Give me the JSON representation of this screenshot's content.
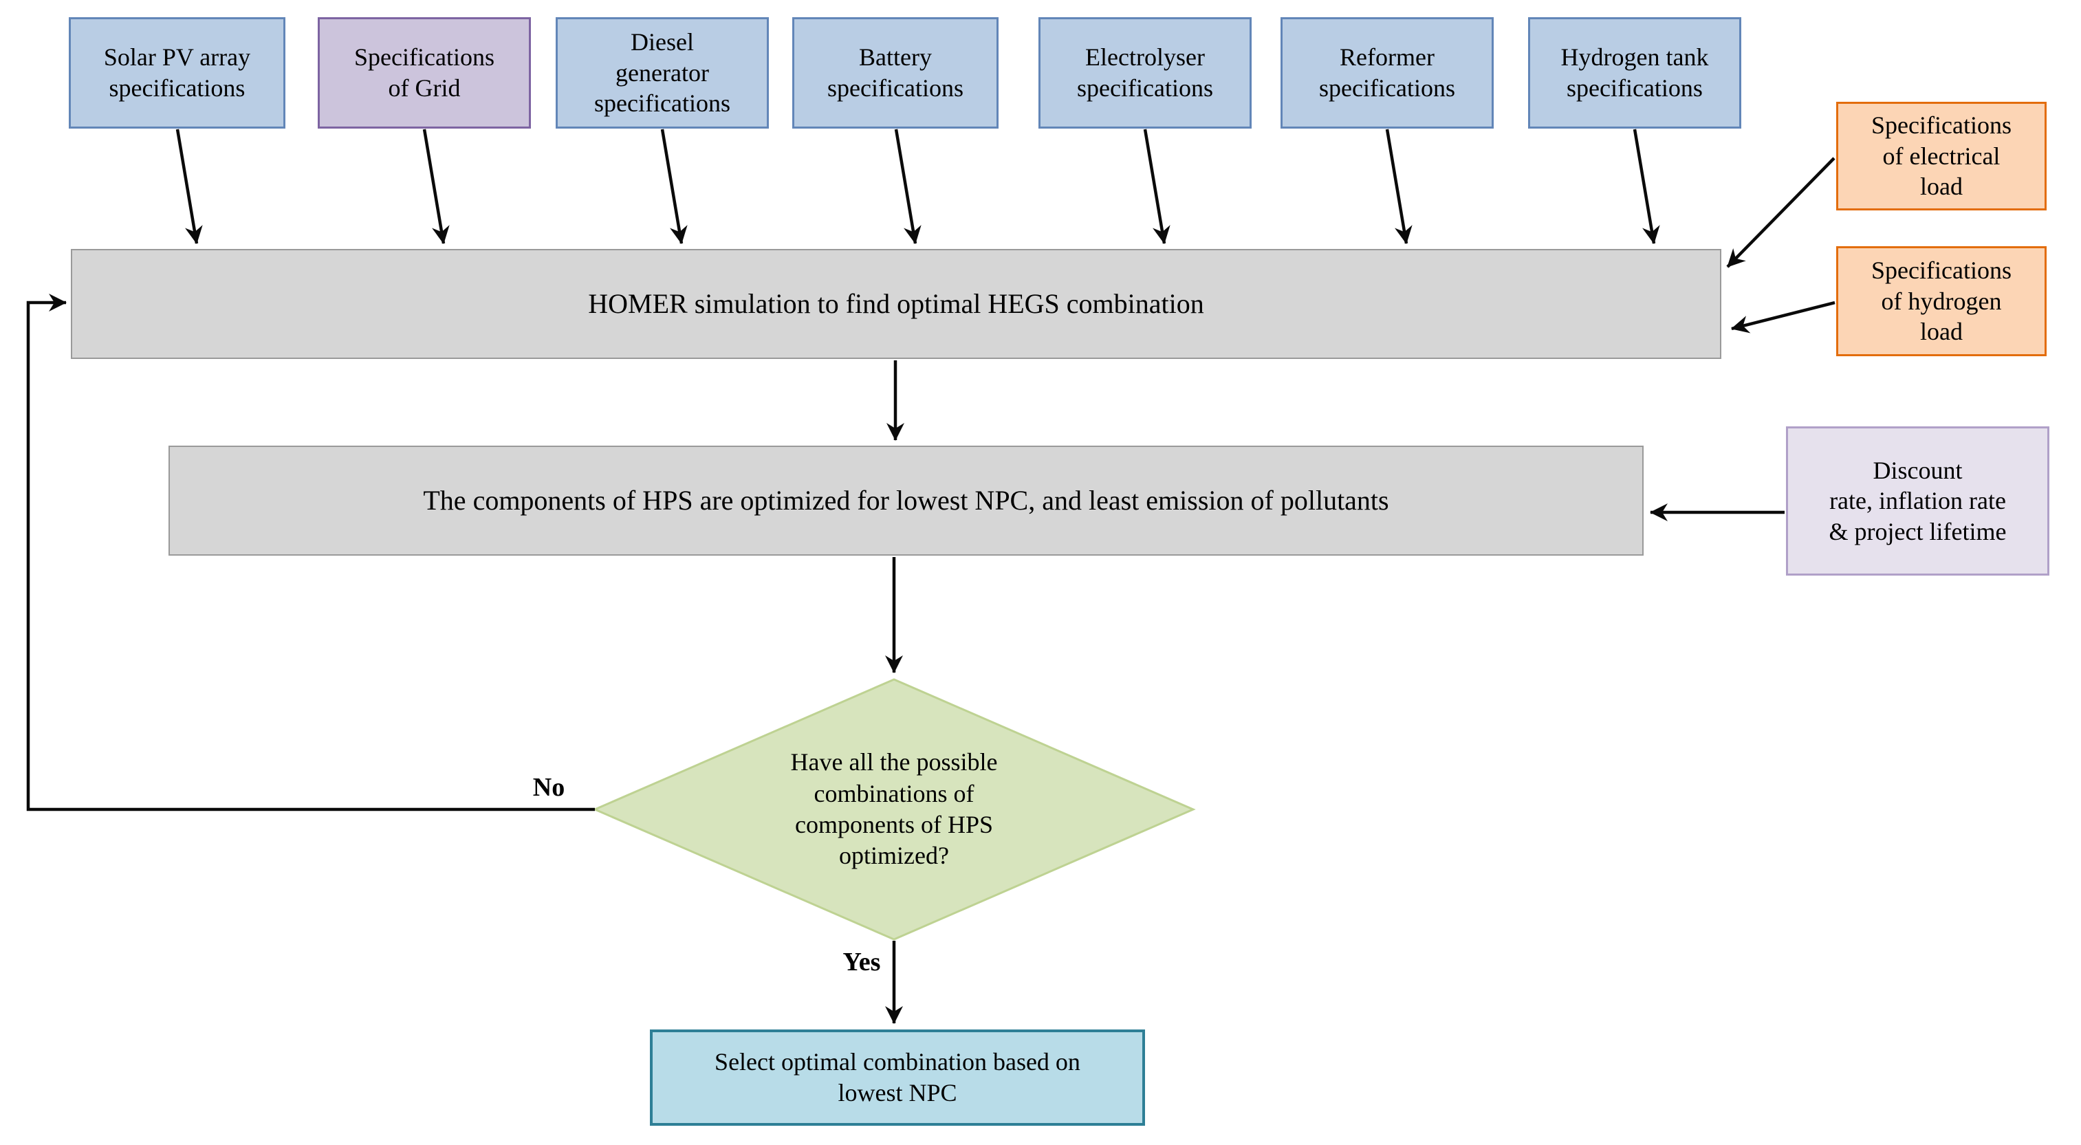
{
  "nodes": {
    "solar_pv": {
      "label": "Solar PV array\nspecifications"
    },
    "grid": {
      "label": "Specifications\nof Grid"
    },
    "diesel": {
      "label": "Diesel\ngenerator\nspecifications"
    },
    "battery": {
      "label": "Battery\nspecifications"
    },
    "electrolyser": {
      "label": "Electrolyser\nspecifications"
    },
    "reformer": {
      "label": "Reformer\nspecifications"
    },
    "hydrogen_tank": {
      "label": "Hydrogen tank\nspecifications"
    },
    "electrical_load": {
      "label": "Specifications\nof electrical\nload"
    },
    "hydrogen_load": {
      "label": "Specifications\nof hydrogen\nload"
    },
    "homer": {
      "label": "HOMER simulation to find optimal HEGS combination"
    },
    "optimize": {
      "label": "The components of HPS are optimized for lowest NPC, and least emission of pollutants"
    },
    "discount": {
      "label": "Discount\nrate, inflation rate\n& project lifetime"
    },
    "decision": {
      "label": "Have all the possible\ncombinations of\ncomponents of HPS\noptimized?"
    },
    "select": {
      "label": "Select optimal combination based on\nlowest NPC"
    }
  },
  "edge_labels": {
    "no": "No",
    "yes": "Yes"
  },
  "colors": {
    "input_fill": "#b9cde4",
    "input_border": "#6286b8",
    "grid_fill": "#ccc4dc",
    "grid_border": "#7d64a2",
    "load_fill": "#fcd5b5",
    "load_border": "#e36d0d",
    "process_fill": "#d6d6d6",
    "process_border": "#9a9a9a",
    "rates_fill": "#e6e1ed",
    "rates_border": "#b0a0c8",
    "decision_fill": "#d7e4bd",
    "decision_border": "#bed292",
    "result_fill": "#b8dce8",
    "result_border": "#2e7f96",
    "arrow": "#0a0a0a"
  }
}
